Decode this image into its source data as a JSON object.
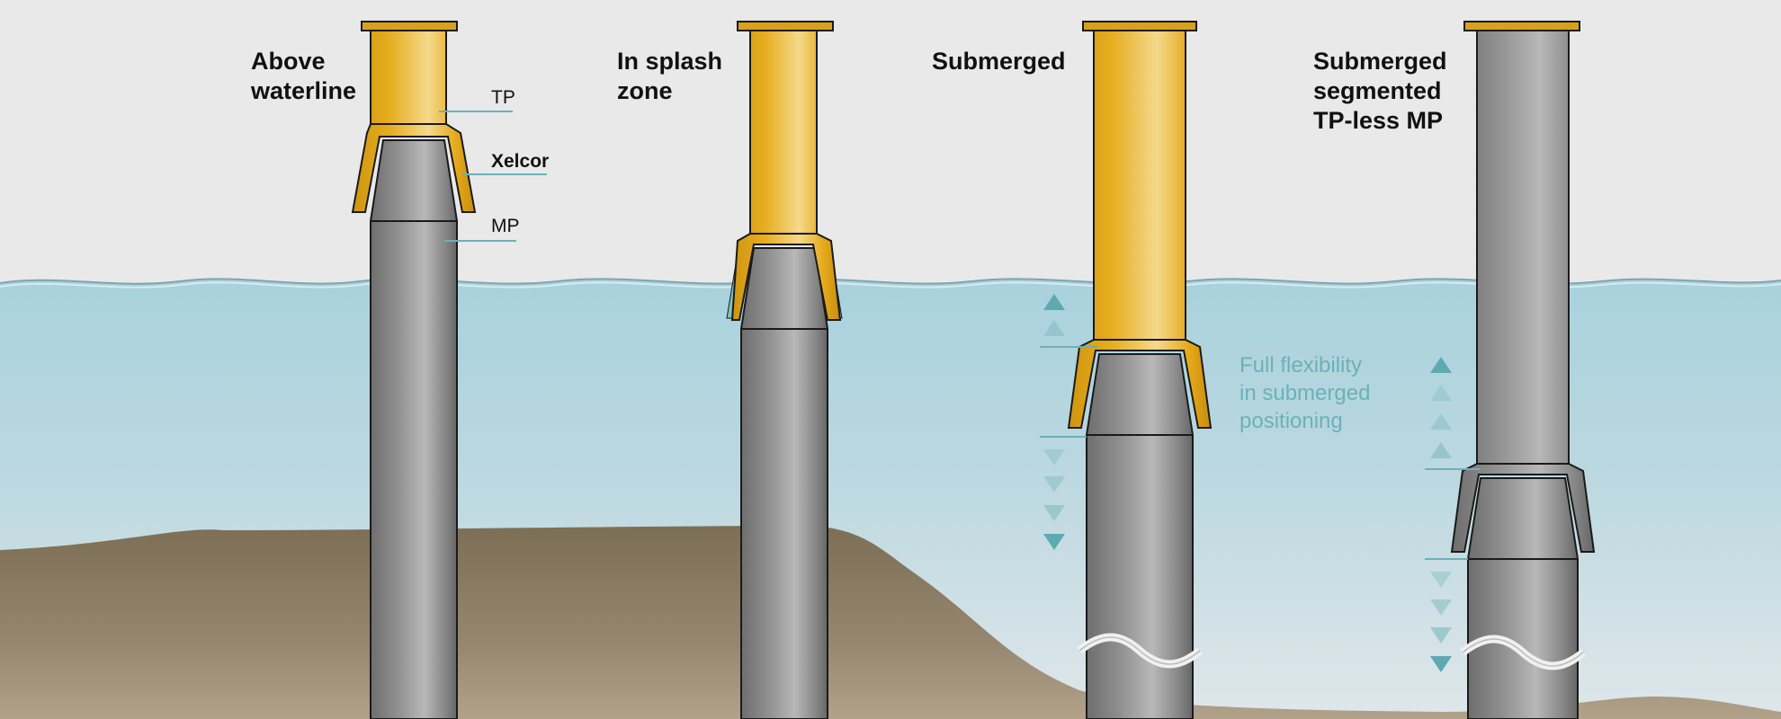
{
  "colors": {
    "background": "#e9e9e9",
    "water_top": "#a8d2dd",
    "water_bottom": "#d8e4e8",
    "seabed_dark": "#7e7157",
    "seabed_light": "#a89780",
    "transition_piece": "#e2a818",
    "monopile": "#8a8a8a",
    "xelcor": "#7cc4cd",
    "annotation": "#6bb1ba",
    "text": "#111111"
  },
  "panels": [
    {
      "id": "above-waterline",
      "title": "Above\nwaterline"
    },
    {
      "id": "splash-zone",
      "title": "In splash\nzone"
    },
    {
      "id": "submerged",
      "title": "Submerged"
    },
    {
      "id": "segmented",
      "title": "Submerged\nsegmented\nTP-less MP"
    }
  ],
  "part_labels": {
    "tp": "TP",
    "xelcor": "Xelcor",
    "mp": "MP"
  },
  "annotation": {
    "text": "Full flexibility\nin submerged\npositioning",
    "arrow_icons": [
      "arrow-up-icon",
      "arrow-down-icon"
    ]
  }
}
